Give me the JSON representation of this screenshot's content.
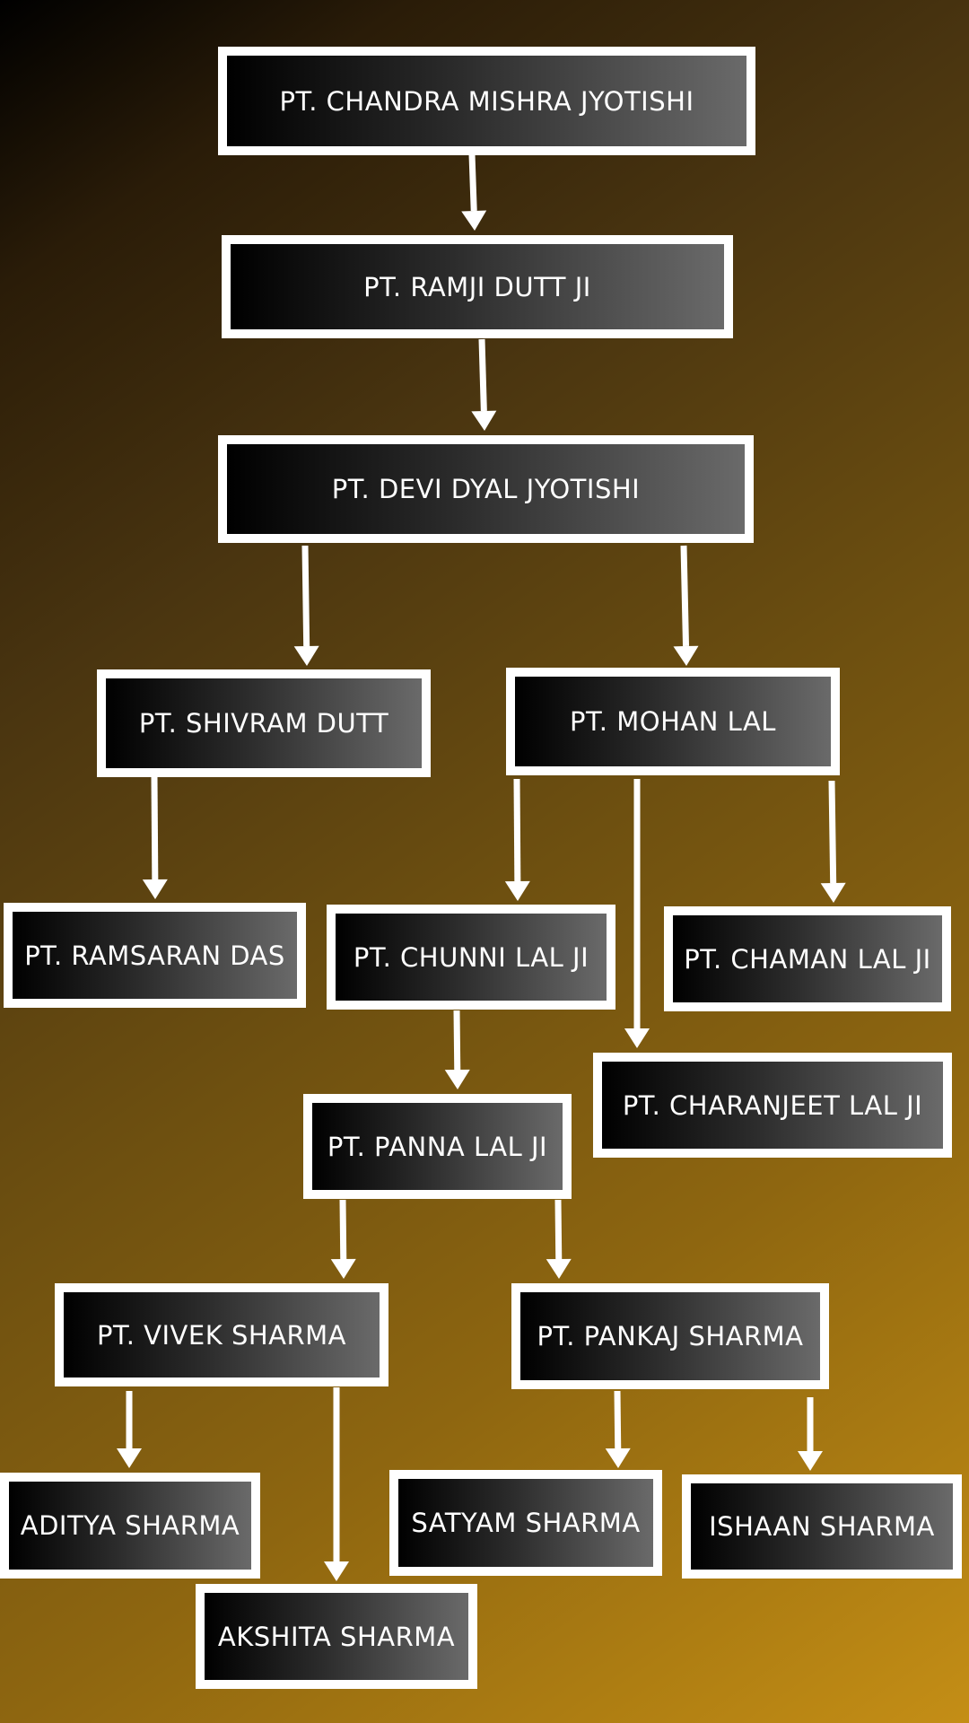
{
  "diagram": {
    "nodes": {
      "chandra": "PT. CHANDRA MISHRA JYOTISHI",
      "ramji": "PT. RAMJI DUTT JI",
      "devi": "PT. DEVI DYAL JYOTISHI",
      "shivram": "PT. SHIVRAM DUTT",
      "mohan": "PT. MOHAN LAL",
      "ramsaran": "PT. RAMSARAN DAS",
      "chunni": "PT. CHUNNI LAL JI",
      "chaman": "PT. CHAMAN LAL JI",
      "charanjeet": "PT. CHARANJEET  LAL JI",
      "panna": "PT. PANNA LAL JI",
      "vivek": "PT. VIVEK SHARMA",
      "pankaj": "PT. PANKAJ SHARMA",
      "aditya": "ADITYA SHARMA",
      "satyam": "SATYAM SHARMA",
      "ishaan": "ISHAAN SHARMA",
      "akshita": "AKSHITA SHARMA"
    },
    "edges": [
      {
        "from": "chandra",
        "to": "ramji"
      },
      {
        "from": "ramji",
        "to": "devi"
      },
      {
        "from": "devi",
        "to": "shivram"
      },
      {
        "from": "devi",
        "to": "mohan"
      },
      {
        "from": "shivram",
        "to": "ramsaran"
      },
      {
        "from": "mohan",
        "to": "chunni"
      },
      {
        "from": "mohan",
        "to": "charanjeet"
      },
      {
        "from": "mohan",
        "to": "chaman"
      },
      {
        "from": "chunni",
        "to": "panna"
      },
      {
        "from": "panna",
        "to": "vivek"
      },
      {
        "from": "panna",
        "to": "pankaj"
      },
      {
        "from": "vivek",
        "to": "aditya"
      },
      {
        "from": "vivek",
        "to": "akshita"
      },
      {
        "from": "pankaj",
        "to": "satyam"
      },
      {
        "from": "pankaj",
        "to": "ishaan"
      }
    ],
    "colors": {
      "border": "#ffffff",
      "text": "#ffffff",
      "arrow": "#ffffff",
      "background_start": "#000000",
      "background_end": "#c48e16"
    }
  }
}
